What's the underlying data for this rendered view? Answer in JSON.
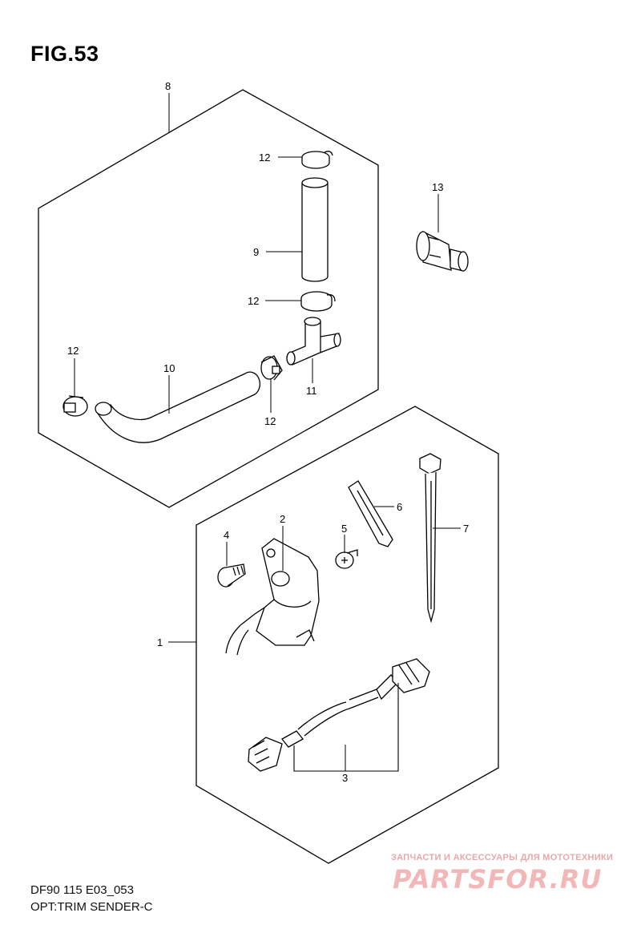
{
  "figure": {
    "title": "FIG.53",
    "model_code": "DF90 115 E03_053",
    "part_group": "OPT:TRIM SENDER-C"
  },
  "callouts": [
    "8",
    "12",
    "13",
    "9",
    "12",
    "12",
    "10",
    "11",
    "12",
    "6",
    "7",
    "2",
    "4",
    "5",
    "1",
    "3"
  ],
  "watermark": {
    "caption": "ЗАПЧАСТИ И АКСЕССУАРЫ ДЛЯ МОТОТЕХНИКИ",
    "logo": "PARTSFOR.RU"
  },
  "colors": {
    "line": "#000000",
    "background": "#ffffff",
    "watermark": "#f2b8b8"
  }
}
